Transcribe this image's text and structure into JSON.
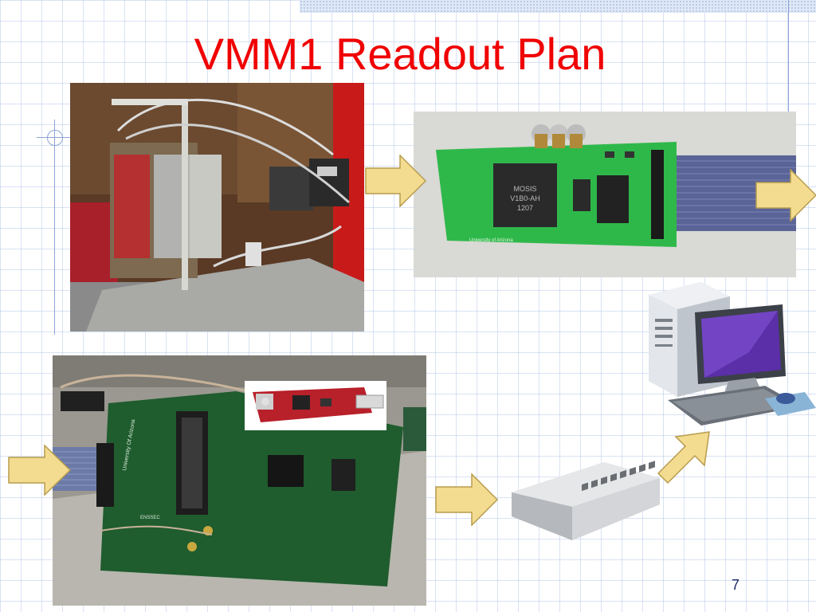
{
  "slide": {
    "title": "VMM1 Readout Plan",
    "page_number": "7"
  },
  "colors": {
    "title": "#f00000",
    "arrow_fill": "#f3dc8f",
    "arrow_stroke": "#b79c4f",
    "grid": "#aabee6"
  },
  "photos": {
    "detector_setup": {
      "description": "Detector stack on test bench"
    },
    "vmm_board": {
      "chip_label_1": "MOSIS",
      "chip_label_2": "V1B0-AH",
      "chip_label_3": "1207",
      "silk_text": "University of Arizona"
    },
    "fpga_board": {
      "silk_text": "University Of Arizona",
      "connector_label": "ENSSEC"
    },
    "usb_adapter": {},
    "network_switch": {},
    "computer": {}
  }
}
